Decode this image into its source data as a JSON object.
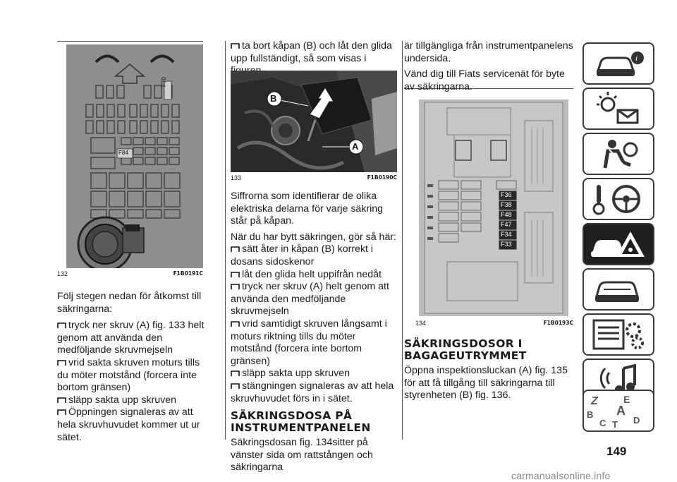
{
  "figures": [
    {
      "number": "132",
      "code": "F1B0191C"
    },
    {
      "number": "133",
      "code": "F1B0190C"
    },
    {
      "number": "134",
      "code": "F1B0193C"
    }
  ],
  "fig132_labels": {
    "top": "F70",
    "left": "F84"
  },
  "fig133_labels": {
    "b": "B",
    "a": "A"
  },
  "fig134_fuses": [
    "F36",
    "F38",
    "F48",
    "F47",
    "F34",
    "F33"
  ],
  "col1": {
    "intro": "Följ stegen nedan för åtkomst till säkringarna:",
    "bullets": [
      "tryck ner skruv (A) fig. 133 helt genom att använda den medföljande skruvmejseln",
      "vrid sakta skruven moturs tills du möter motstånd (forcera inte bortom gränsen)",
      "släpp sakta upp skruven",
      "Öppningen signaleras av att hela skruvhuvudet kommer ut ur sätet."
    ]
  },
  "col2": {
    "bullet_top": "ta bort kåpan (B) och låt den glida upp fullständigt, så som visas i figuren.",
    "para1": "Siffrorna som identifierar de olika elektriska delarna för varje säkring står på kåpan.",
    "para2": "När du har bytt säkringen, gör så här:",
    "bullets": [
      "sätt åter in kåpan (B) korrekt i dosans sidoskenor",
      "låt den glida helt uppifrån nedåt",
      "tryck ner skruv (A) helt genom att använda den medföljande skruvmejseln",
      "vrid samtidigt skruven långsamt i moturs riktning tills du möter motstånd (forcera inte bortom gränsen)",
      "släpp sakta upp skruven",
      "stängningen signaleras av att hela skruvhuvudet förs in i sätet."
    ],
    "heading": "SÄKRINGSDOSA PÅ INSTRUMENTPANELEN",
    "para3": "Säkringsdosan fig. 134sitter på vänster sida om rattstången och säkringarna"
  },
  "col3": {
    "para1": "är tillgängliga från instrumentpanelens undersida.",
    "para2": "Vänd dig till Fiats servicenät för byte av säkringarna.",
    "heading": "SÄKRINGSDOSOR I BAGAGEUTRYMMET",
    "para3": "Öppna inspektionsluckan (A) fig. 135 för att få tillgång till säkringarna till styrenheten (B) fig. 136."
  },
  "sidebar": {
    "tabs": [
      {
        "icon": "car-info-icon"
      },
      {
        "icon": "warning-lights-icon"
      },
      {
        "icon": "airbag-seatbelt-icon"
      },
      {
        "icon": "steering-wheel-key-icon"
      },
      {
        "icon": "breakdown-icon",
        "active": true
      },
      {
        "icon": "maintenance-car-icon"
      },
      {
        "icon": "technical-data-icon"
      },
      {
        "icon": "multimedia-icon"
      },
      {
        "icon": "index-icon"
      }
    ],
    "index_letters": [
      "Z",
      "E",
      "A",
      "B",
      "D",
      "C",
      "T"
    ]
  },
  "page_number": "149",
  "watermark": "carmanualsonline.info"
}
